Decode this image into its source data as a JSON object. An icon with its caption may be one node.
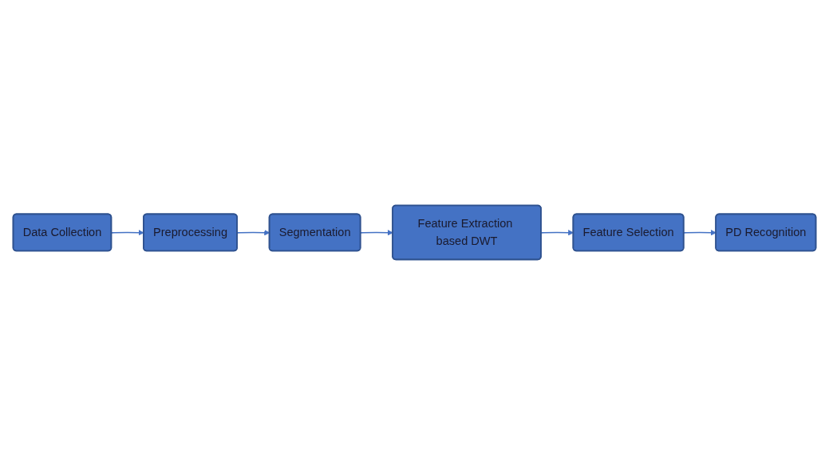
{
  "diagram": {
    "nodes": [
      {
        "text": [
          "Data Collection"
        ]
      },
      {
        "text": [
          "Preprocessing"
        ]
      },
      {
        "text": [
          "Segmentation"
        ]
      },
      {
        "text": [
          "Feature Extraction based DWT"
        ]
      },
      {
        "text": [
          "Feature Selection"
        ]
      },
      {
        "text": [
          "PD Recognition"
        ]
      }
    ],
    "edges": [
      {
        "from": 0,
        "to": 1,
        "arrow": "to"
      },
      {
        "from": 1,
        "to": 2,
        "arrow": "to"
      },
      {
        "from": 2,
        "to": 3,
        "arrow": "to"
      },
      {
        "from": 3,
        "to": 4,
        "arrow": "to"
      },
      {
        "from": 4,
        "to": 5,
        "arrow": "to"
      }
    ]
  }
}
